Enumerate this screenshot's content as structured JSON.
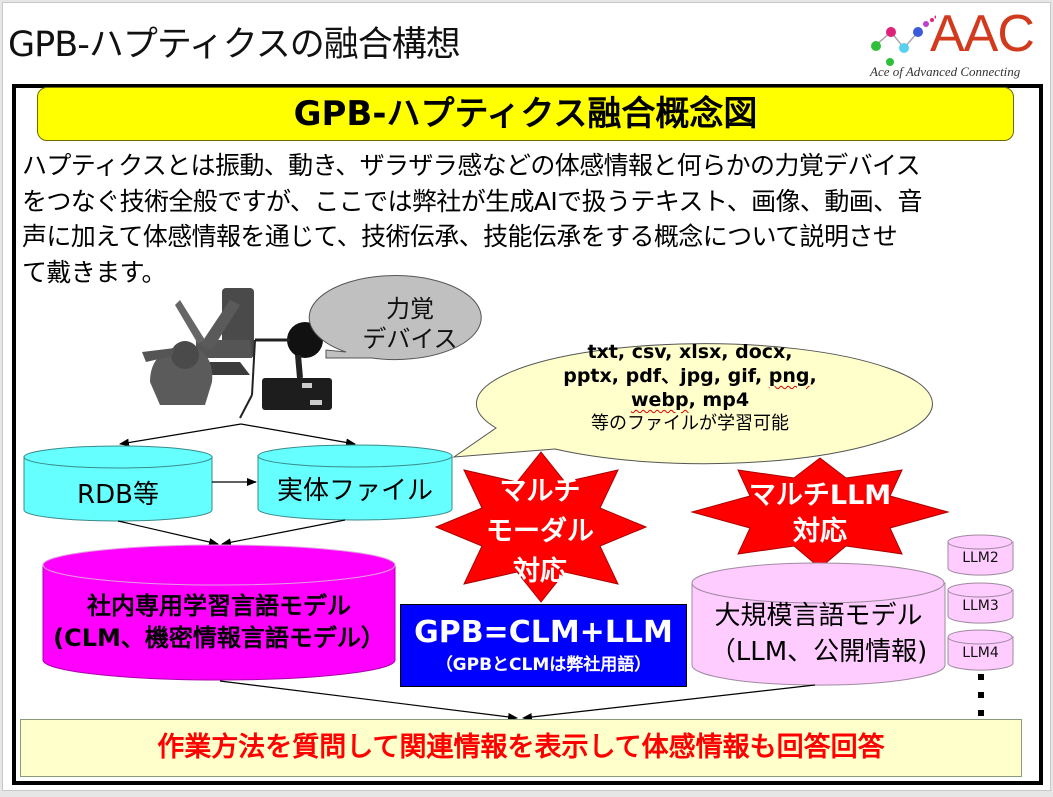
{
  "slide": {
    "title": "GPB-ハプティクスの融合構想",
    "logo": {
      "mark": "AAC",
      "tagline": "Ace of Advanced Connecting",
      "colors": {
        "mark": "#d23a1e",
        "dots": [
          "#2fbf3a",
          "#e0207a",
          "#5ad0f0",
          "#3b5bdb",
          "#c040d0"
        ]
      }
    }
  },
  "diagram": {
    "banner_title": "GPB-ハプティクス融合概念図",
    "intro_lines": [
      "ハプティクスとは振動、動き、ザラザラ感などの体感情報と何らかの力覚デバイス",
      "をつなぐ技術全般ですが、ここでは弊社が生成AIで扱うテキスト、画像、動画、音",
      "声に加えて体感情報を通じて、技術伝承、技能伝承をする概念について説明させ",
      "て戴きます。"
    ],
    "device_image_alt": "haptic-devices-photo",
    "callout_device": {
      "line1": "力覚",
      "line2": "デバイス"
    },
    "callout_files": {
      "line1": "txt, csv, xlsx, docx,",
      "line2_a": "pptx, pdf、jpg, gif, ",
      "line2_b": "png",
      "line2_c": ",",
      "line3_a": "webp",
      "line3_b": ", mp4",
      "line4": "等のファイルが学習可能"
    },
    "rdb": "RDB等",
    "files": "実体ファイル",
    "multimodal": {
      "line1": "マルチ",
      "line2": "モーダル",
      "line3": "対応"
    },
    "multillm": {
      "line1": "マルチLLM",
      "line2": "対応"
    },
    "clm": {
      "line1": "社内専用学習言語モデル",
      "line2": "(CLM、機密情報言語モデル）"
    },
    "gpb": {
      "formula": "GPB=CLM+LLM",
      "note": "（GPBとCLMは弊社用語）"
    },
    "llm": {
      "line1": "大規模言語モデル",
      "line2": "（LLM、公開情報)"
    },
    "llm_variants": [
      "LLM2",
      "LLM3",
      "LLM4"
    ],
    "answer": "作業方法を質問して関連情報を表示して体感情報も回答回答",
    "colors": {
      "banner": "#ffff00",
      "db_cyan": "#66ffff",
      "clm_magenta": "#ff00ff",
      "llm_pink": "#ffccff",
      "star_red": "#ff0000",
      "gpb_blue": "#0000ff",
      "answer_bg": "#ffffcc",
      "answer_text": "#ff0000",
      "callout_gray": "#c0c0c0",
      "callout_yellow": "#ffffcc"
    }
  }
}
